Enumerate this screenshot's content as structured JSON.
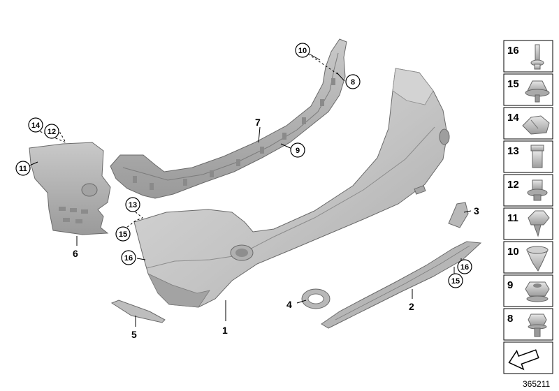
{
  "parts": [
    {
      "id": "p1",
      "number": "1",
      "name": "bumper-cover"
    },
    {
      "id": "p2",
      "number": "2",
      "name": "lower-trim-strip"
    },
    {
      "id": "p3",
      "number": "3",
      "name": "reflector-cap"
    },
    {
      "id": "p4",
      "number": "4",
      "name": "tow-eye-ring"
    },
    {
      "id": "p5",
      "number": "5",
      "name": "reflector"
    },
    {
      "id": "p6",
      "number": "6",
      "name": "side-bracket"
    },
    {
      "id": "p7",
      "number": "7",
      "name": "carrier-beam"
    }
  ],
  "callouts": {
    "c8": "8",
    "c9": "9",
    "c10": "10",
    "c11": "11",
    "c12": "12",
    "c13": "13",
    "c14": "14",
    "c15a": "15",
    "c15b": "15",
    "c16a": "16",
    "c16b": "16"
  },
  "legend": [
    {
      "number": "16",
      "icon": "push-rivet-icon"
    },
    {
      "number": "15",
      "icon": "expanding-nut-icon"
    },
    {
      "number": "14",
      "icon": "spring-clip-icon"
    },
    {
      "number": "13",
      "icon": "plastic-nut-icon"
    },
    {
      "number": "12",
      "icon": "flange-nut-icon"
    },
    {
      "number": "11",
      "icon": "clip-screw-icon"
    },
    {
      "number": "10",
      "icon": "spreading-rivet-icon"
    },
    {
      "number": "9",
      "icon": "hex-nut-icon"
    },
    {
      "number": "8",
      "icon": "hex-bolt-icon"
    },
    {
      "number": "",
      "icon": "arrow-symbol-icon"
    }
  ],
  "diagram_number": "365211"
}
